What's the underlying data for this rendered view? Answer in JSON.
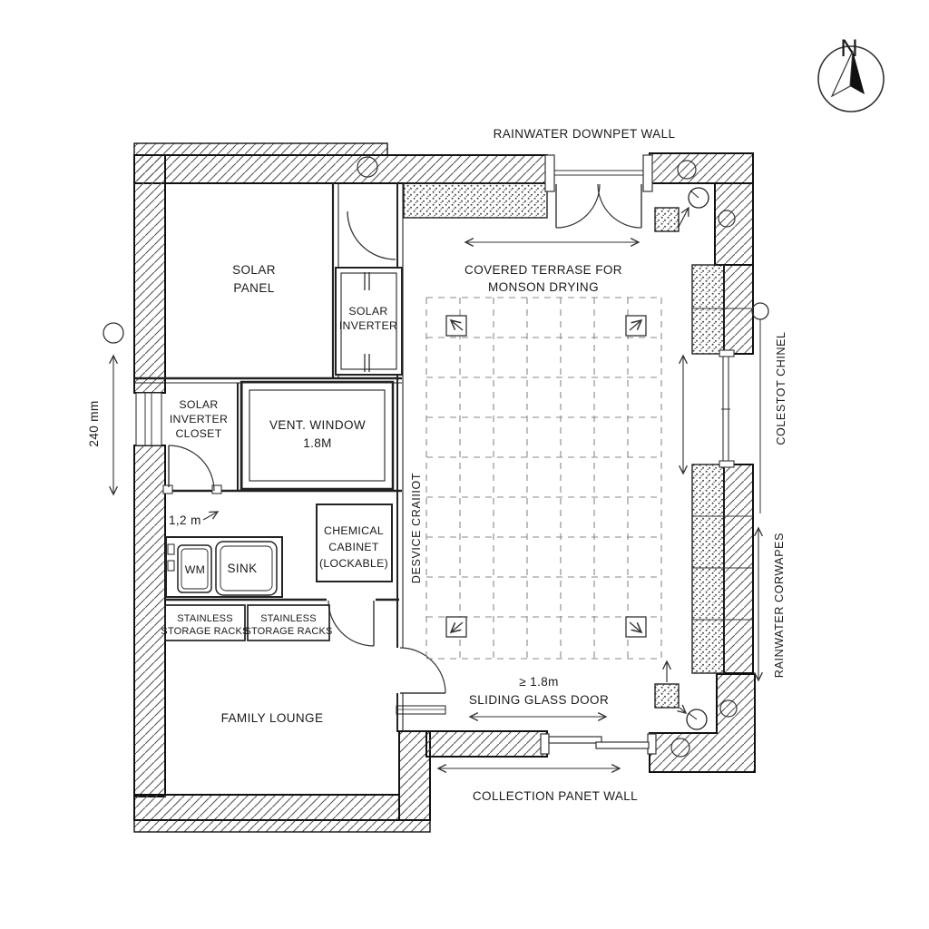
{
  "compass": {
    "north_label": "N"
  },
  "annotations": {
    "rainwater_top": "RAINWATER DOWNPET WALL",
    "left_dimension": "240 mm",
    "counter_dimension": "1,2 m",
    "service_corridor_vertical": "DESVICE CRAIIIOT",
    "collector_channel_vertical": "COLESTOT CHINEL",
    "rainwater_downpipes_vertical": "RAINWATER CORWAPES",
    "sliding_door_size": "≥ 1.8m",
    "sliding_door_label": "SLIDING GLASS DOOR",
    "collection_wall": "COLLECTION PANET WALL",
    "terrace_line1": "COVERED TERRASE FOR",
    "terrace_line2": "MONSON DRYING"
  },
  "rooms": {
    "solar_panel": {
      "line1": "SOLAR",
      "line2": "PANEL"
    },
    "solar_inverter": {
      "line1": "SOLAR",
      "line2": "INVERTER"
    },
    "solar_inverter_closet": {
      "line1": "SOLAR",
      "line2": "INVERTER",
      "line3": "CLOSET"
    },
    "vent_window": {
      "line1": "VENT. WINDOW",
      "line2": "1.8M"
    },
    "chemical_cabinet": {
      "line1": "CHEMICAL",
      "line2": "CABINET",
      "line3": "(LOCKABLE)"
    },
    "washing_machine": "WM",
    "sink": "SINK",
    "storage_rack_left": {
      "line1": "STAINLESS",
      "line2": "STORAGE RACKS"
    },
    "storage_rack_right": {
      "line1": "STAINLESS",
      "line2": "STORAGE RACKS"
    },
    "family_lounge": "FAMILY LOUNGE"
  },
  "colors": {
    "line": "#1a1a1a",
    "wall_hatch": "#555555",
    "grid_dash": "#888888",
    "background": "#ffffff"
  }
}
